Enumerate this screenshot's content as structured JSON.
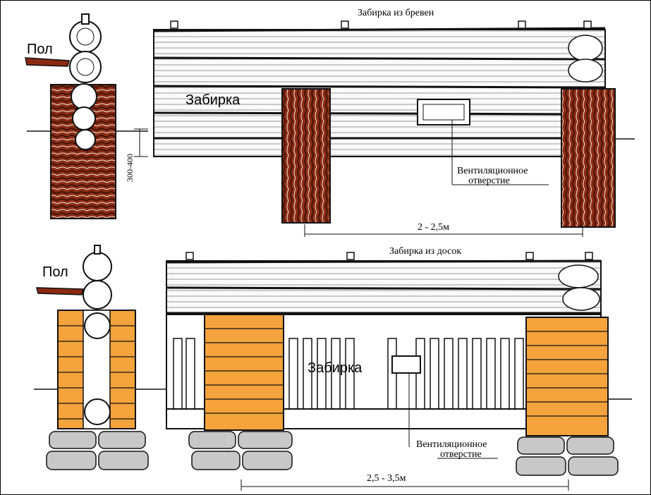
{
  "top": {
    "title": "Забирка из бревен",
    "floor_label": "Пол",
    "zabirka_label": "Забирка",
    "height_dim": "300-400",
    "vent_label_line1": "Вентиляционное",
    "vent_label_line2": "отверстие",
    "span_dim": "2 - 2,5м"
  },
  "bottom": {
    "title": "Забирка из досок",
    "floor_label": "Пол",
    "zabirka_label": "Забирка",
    "vent_label_line1": "Вентиляционное",
    "vent_label_line2": "отверстие",
    "span_dim": "2,5 - 3,5м"
  },
  "colors": {
    "wood": "#8b2a12",
    "brick": "#f5a33c",
    "stone": "#c8c8c8",
    "ink": "#111111"
  }
}
